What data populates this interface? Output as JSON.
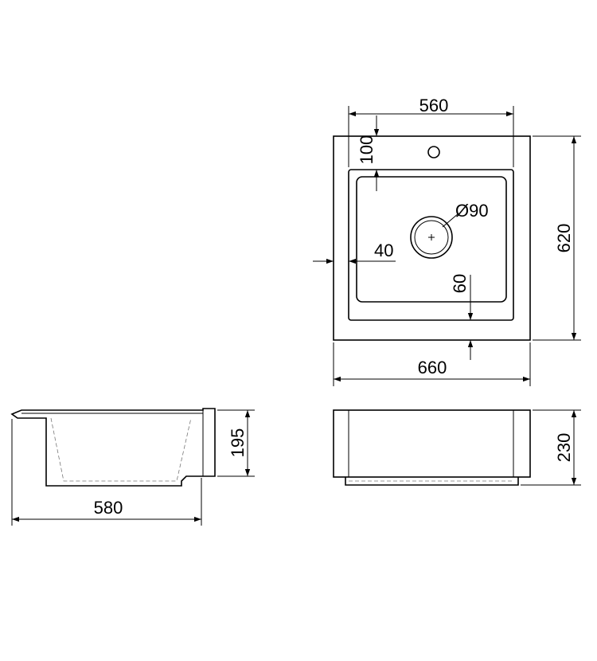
{
  "dimensions": {
    "top_width": "560",
    "tap_offset": "100",
    "drain_diameter": "Ø90",
    "rim_side": "40",
    "rim_front": "60",
    "overall_depth": "620",
    "overall_width": "660",
    "side_length": "580",
    "side_height": "195",
    "front_height": "230"
  }
}
